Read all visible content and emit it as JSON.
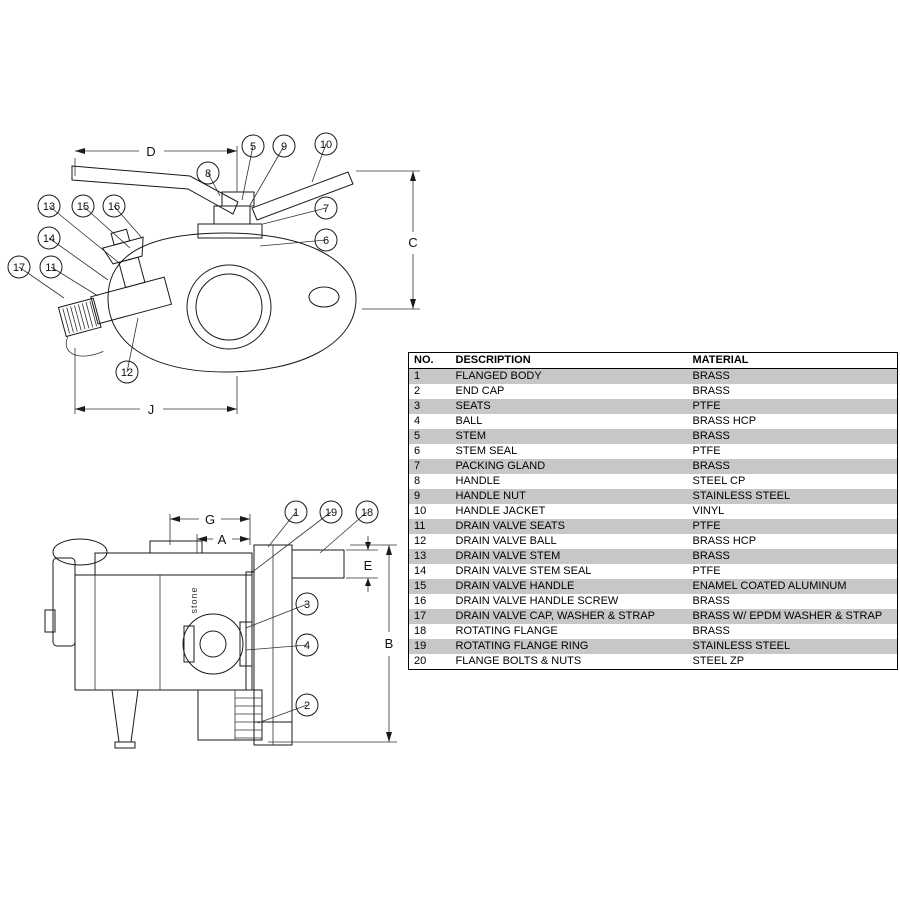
{
  "colors": {
    "row_shade": "#c7c7c7",
    "line": "#1a1a1a"
  },
  "diagram_top": {
    "dimensions": {
      "d": "D",
      "c": "C",
      "j": "J"
    },
    "callouts": [
      "5",
      "9",
      "10",
      "8",
      "13",
      "15",
      "16",
      "7",
      "6",
      "14",
      "17",
      "11",
      "12"
    ]
  },
  "diagram_side": {
    "dimensions": {
      "g": "G",
      "a": "A",
      "e": "E",
      "b": "B"
    },
    "callouts": [
      "1",
      "19",
      "18",
      "3",
      "4",
      "2"
    ],
    "body_marking": "stone"
  },
  "parts_table": {
    "headers": {
      "no": "NO.",
      "description": "DESCRIPTION",
      "material": "MATERIAL"
    },
    "rows": [
      {
        "no": "1",
        "description": "FLANGED BODY",
        "material": "BRASS"
      },
      {
        "no": "2",
        "description": "END CAP",
        "material": "BRASS"
      },
      {
        "no": "3",
        "description": "SEATS",
        "material": "PTFE"
      },
      {
        "no": "4",
        "description": "BALL",
        "material": "BRASS HCP"
      },
      {
        "no": "5",
        "description": "STEM",
        "material": "BRASS"
      },
      {
        "no": "6",
        "description": "STEM SEAL",
        "material": "PTFE"
      },
      {
        "no": "7",
        "description": "PACKING GLAND",
        "material": "BRASS"
      },
      {
        "no": "8",
        "description": "HANDLE",
        "material": "STEEL CP"
      },
      {
        "no": "9",
        "description": "HANDLE NUT",
        "material": "STAINLESS STEEL"
      },
      {
        "no": "10",
        "description": "HANDLE JACKET",
        "material": "VINYL"
      },
      {
        "no": "11",
        "description": "DRAIN VALVE SEATS",
        "material": "PTFE"
      },
      {
        "no": "12",
        "description": "DRAIN VALVE BALL",
        "material": "BRASS HCP"
      },
      {
        "no": "13",
        "description": "DRAIN VALVE STEM",
        "material": "BRASS"
      },
      {
        "no": "14",
        "description": "DRAIN VALVE STEM SEAL",
        "material": "PTFE"
      },
      {
        "no": "15",
        "description": "DRAIN VALVE HANDLE",
        "material": "ENAMEL COATED ALUMINUM"
      },
      {
        "no": "16",
        "description": "DRAIN VALVE HANDLE SCREW",
        "material": "BRASS"
      },
      {
        "no": "17",
        "description": "DRAIN VALVE CAP, WASHER & STRAP",
        "material": "BRASS W/ EPDM WASHER & STRAP"
      },
      {
        "no": "18",
        "description": "ROTATING FLANGE",
        "material": "BRASS"
      },
      {
        "no": "19",
        "description": "ROTATING FLANGE RING",
        "material": "STAINLESS STEEL"
      },
      {
        "no": "20",
        "description": "FLANGE BOLTS & NUTS",
        "material": "STEEL ZP"
      }
    ]
  }
}
